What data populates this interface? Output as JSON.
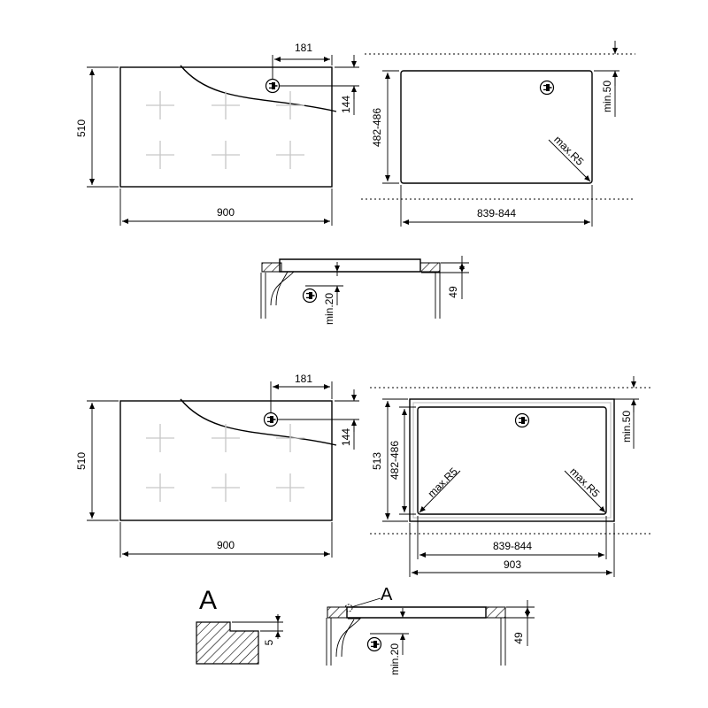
{
  "top_plan": {
    "w": "900",
    "h": "510",
    "plug_x": "181",
    "plug_y": "144"
  },
  "top_cutout": {
    "w": "839-844",
    "h": "482-486",
    "clear": "min.50",
    "radius": "max.R5"
  },
  "top_section": {
    "depth": "49",
    "gap": "min.20"
  },
  "bottom_plan": {
    "w": "900",
    "h": "510",
    "plug_x": "181",
    "plug_y": "144"
  },
  "bottom_cutout": {
    "w_inner": "839-844",
    "w_outer": "903",
    "h_inner": "482-486",
    "h_outer": "513",
    "clear": "min.50",
    "radius": "max.R5"
  },
  "detail": {
    "label": "A",
    "step": "5"
  },
  "bottom_section": {
    "depth": "49",
    "gap": "min.20",
    "label": "A"
  }
}
